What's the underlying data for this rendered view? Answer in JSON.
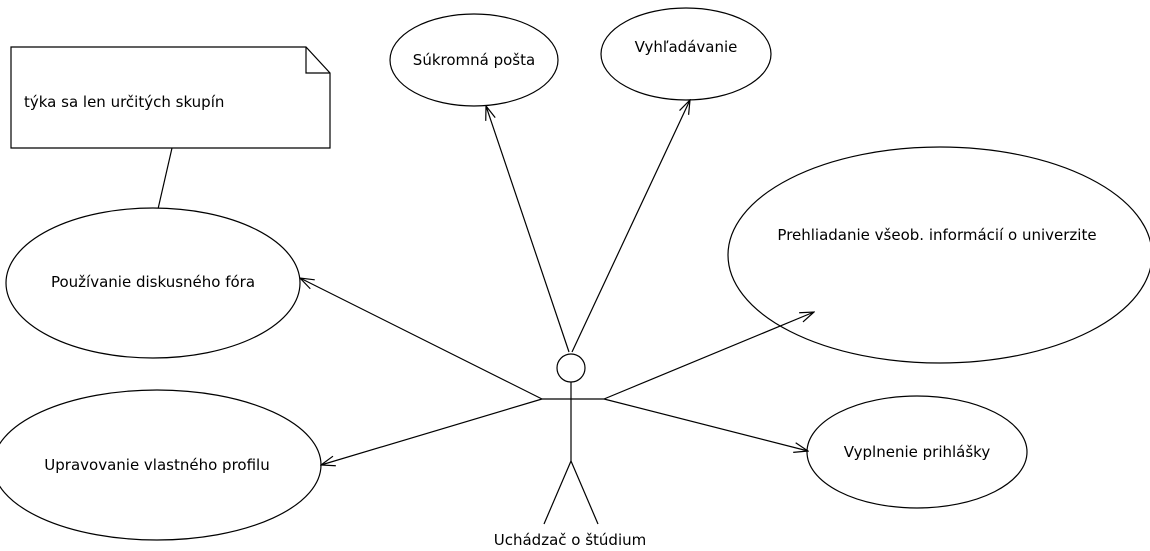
{
  "note": {
    "text": "týka sa len určitých skupín"
  },
  "actor": {
    "label": "Uchádzač o štúdium"
  },
  "use_cases": {
    "mail": "Súkromná pošta",
    "search": "Vyhľadávanie",
    "forum": "Používanie diskusného fóra",
    "info": "Prehliadanie všeob. informácií o univerzite",
    "profile": "Upravovanie vlastného profilu",
    "application": "Vyplnenie prihlášky"
  }
}
